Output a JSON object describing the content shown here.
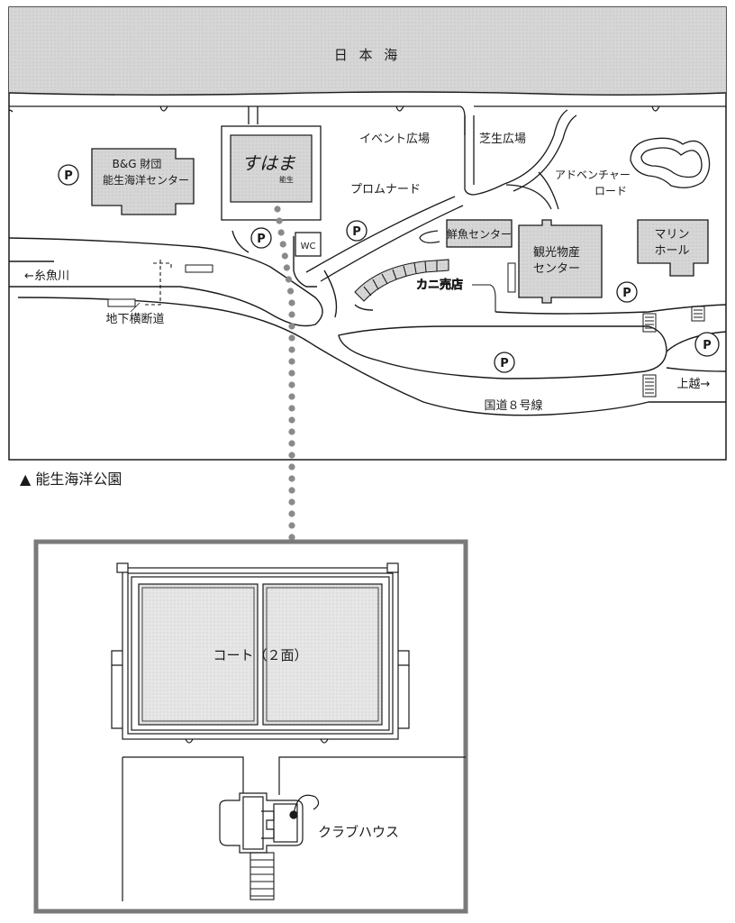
{
  "map": {
    "sea_label": "日 本 海",
    "caption": "▲ 能生海洋公園",
    "logo_text": "すはま",
    "logo_sub": "能生",
    "labels": {
      "bg_center_line1": "B&G 財団",
      "bg_center_line2": "能生海洋センター",
      "event_plaza": "イベント広場",
      "lawn_plaza": "芝生広場",
      "adventure_line1": "アドベンチャー",
      "adventure_line2": "ロード",
      "promenade": "プロムナード",
      "wc": "WC",
      "fish_center": "鮮魚センター",
      "tourism_line1": "観光物産",
      "tourism_line2": "センター",
      "marine_line1": "マリン",
      "marine_line2": "ホール",
      "crab_shop": "カニ売店",
      "itoigawa": "←糸魚川",
      "underpass": "地下横断道",
      "route8": "国道８号線",
      "joetsu": "上越→",
      "parking": "P"
    }
  },
  "court": {
    "court_label": "コート（２面）",
    "clubhouse": "クラブハウス"
  }
}
